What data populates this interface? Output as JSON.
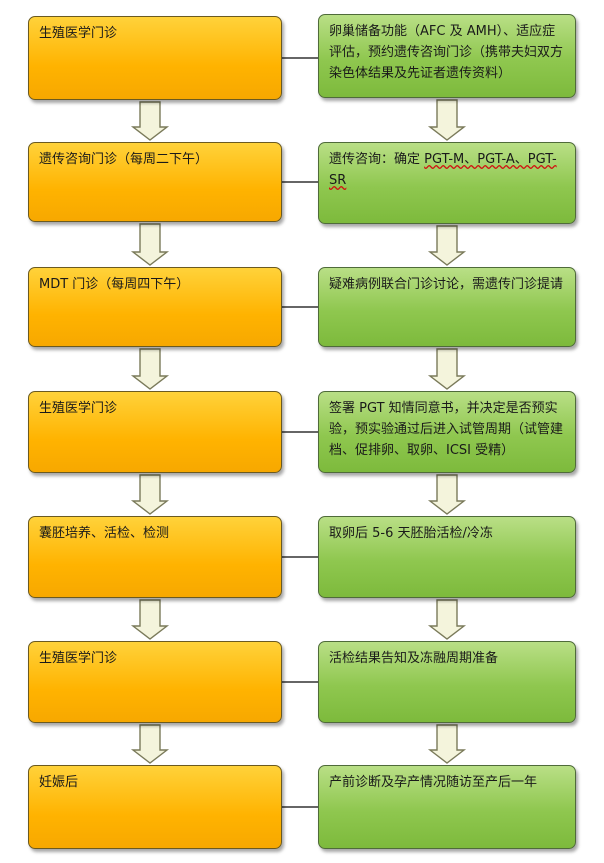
{
  "left_column": [
    {
      "text": "生殖医学门诊"
    },
    {
      "text": "遗传咨询门诊（每周二下午）"
    },
    {
      "text": "MDT 门诊（每周四下午）"
    },
    {
      "text": "生殖医学门诊"
    },
    {
      "text": "囊胚培养、活检、检测"
    },
    {
      "text": "生殖医学门诊"
    },
    {
      "text": "妊娠后"
    }
  ],
  "right_column": [
    {
      "text": "卵巢储备功能（AFC 及 AMH）、适应症评估，预约遗传咨询门诊（携带夫妇双方染色体结果及先证者遗传资料）"
    },
    {
      "text_prefix": "遗传咨询：确定 ",
      "text_emph": "PGT-M、PGT-A、PGT-SR"
    },
    {
      "text": "疑难病例联合门诊讨论，需遗传门诊提请"
    },
    {
      "text": "签署 PGT 知情同意书，并决定是否预实验，预实验通过后进入试管周期（试管建档、促排卵、取卵、ICSI 受精）"
    },
    {
      "text": "取卵后 5-6 天胚胎活检/冷冻"
    },
    {
      "text": "活检结果告知及冻融周期准备"
    },
    {
      "text": "产前诊断及孕产情况随访至产后一年"
    }
  ],
  "colors": {
    "left_fill": "#ffb300",
    "right_fill": "#8fc74f",
    "arrow_fill": "#f4f4dc",
    "arrow_stroke": "#7a7a5a",
    "connector": "#333333"
  }
}
